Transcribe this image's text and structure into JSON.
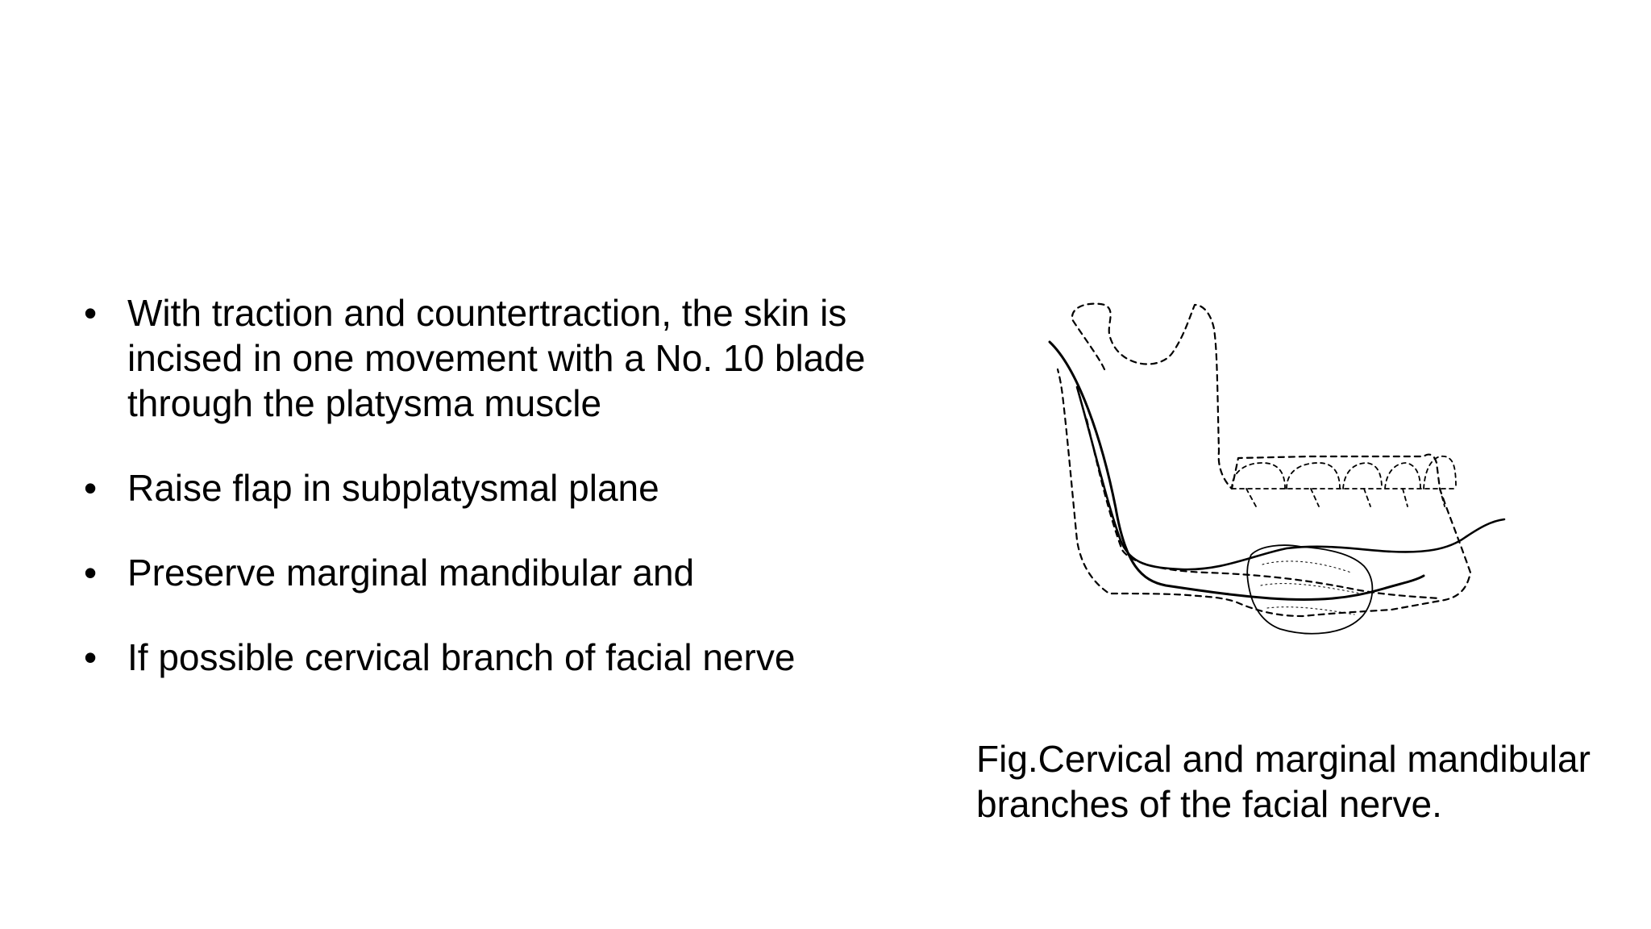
{
  "bullets": [
    "With traction and countertraction, the skin is incised in one movement with a No. 10 blade through the platysma muscle",
    "Raise flap in subplatysmal plane",
    "Preserve  marginal mandibular and",
    "If possible cervical branch of facial nerve"
  ],
  "figure": {
    "caption": "Fig.Cervical and marginal mandibular branches of the facial nerve."
  }
}
